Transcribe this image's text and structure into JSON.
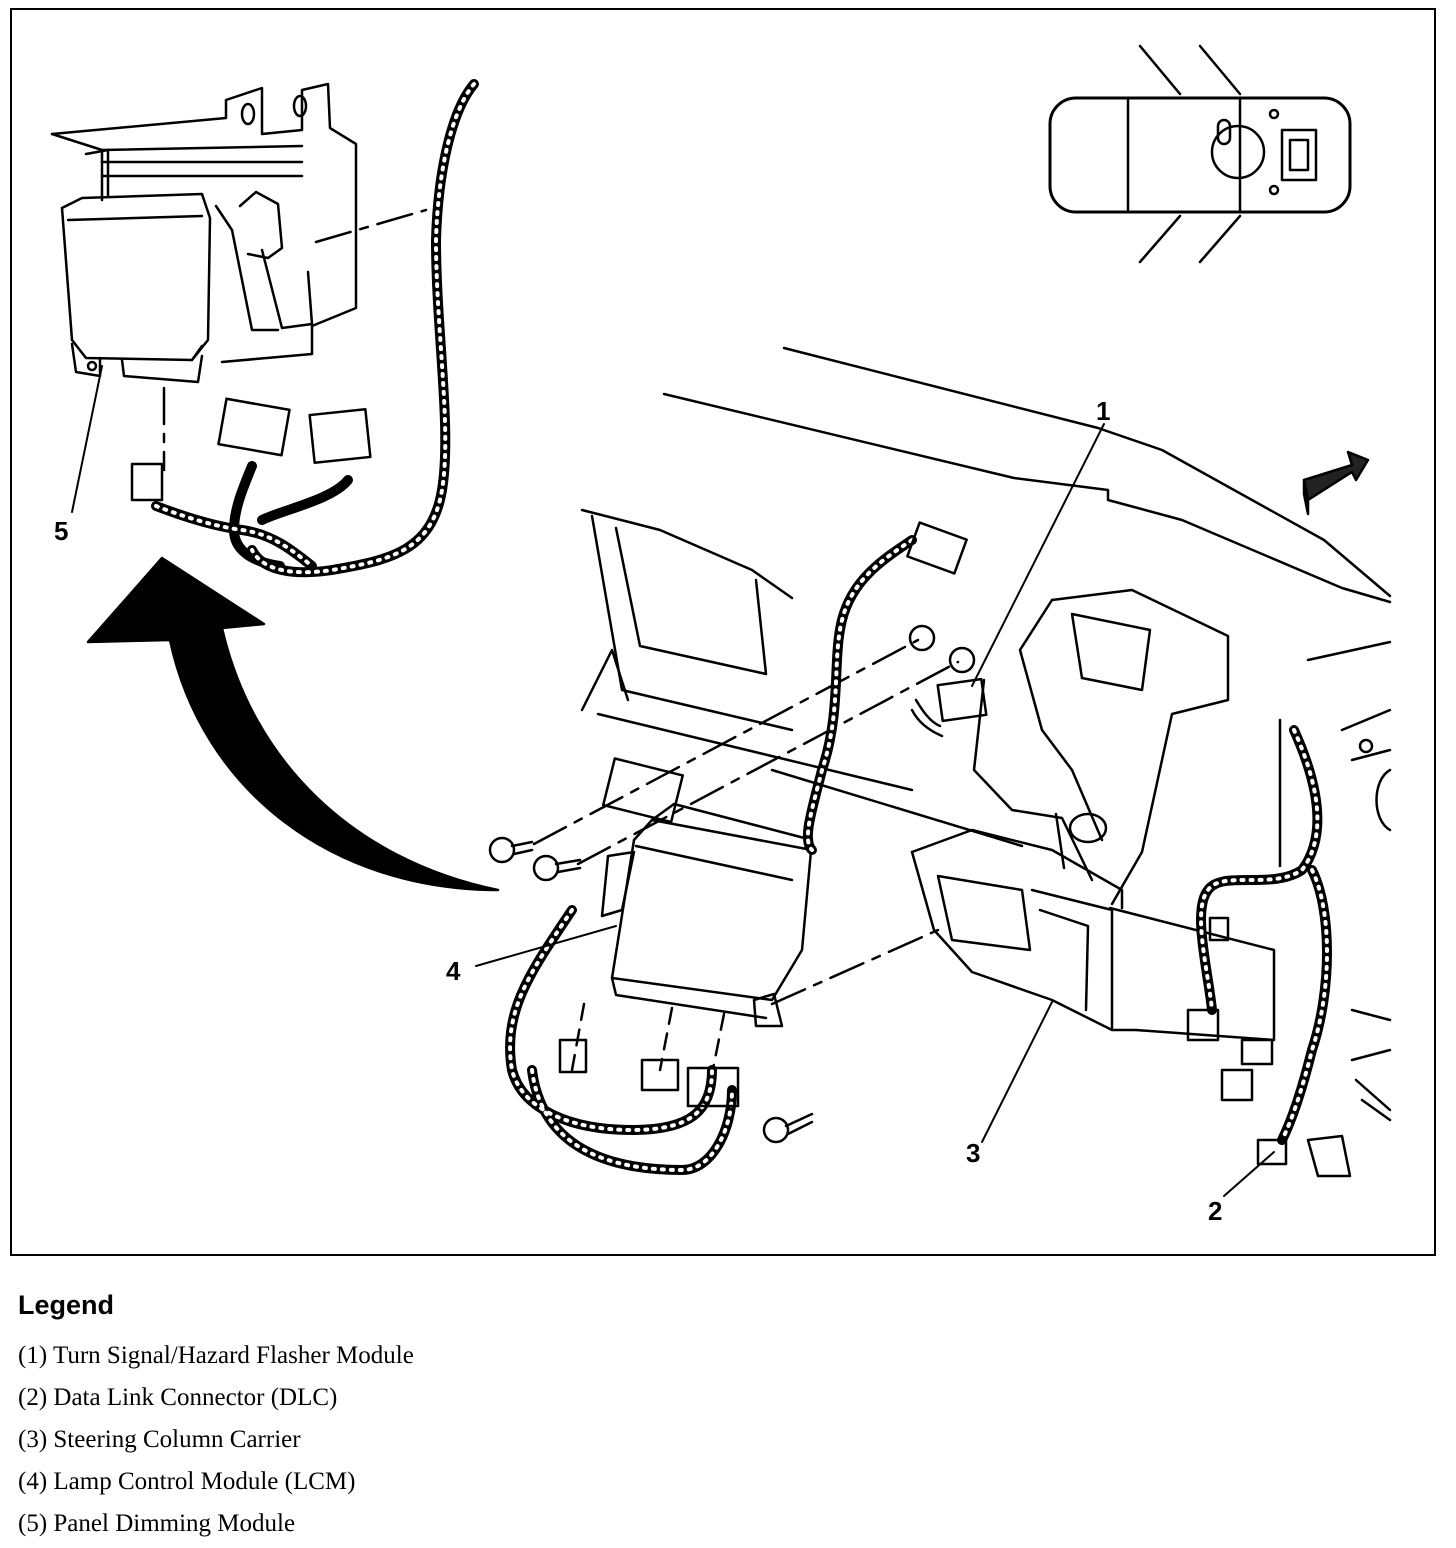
{
  "callouts": {
    "c1": "1",
    "c2": "2",
    "c3": "3",
    "c4": "4",
    "c5": "5"
  },
  "legend": {
    "title": "Legend",
    "items": [
      "(1) Turn Signal/Hazard Flasher Module",
      "(2) Data Link Connector (DLC)",
      "(3) Steering Column Carrier",
      "(4) Lamp Control Module (LCM)",
      "(5) Panel Dimming Module"
    ]
  }
}
